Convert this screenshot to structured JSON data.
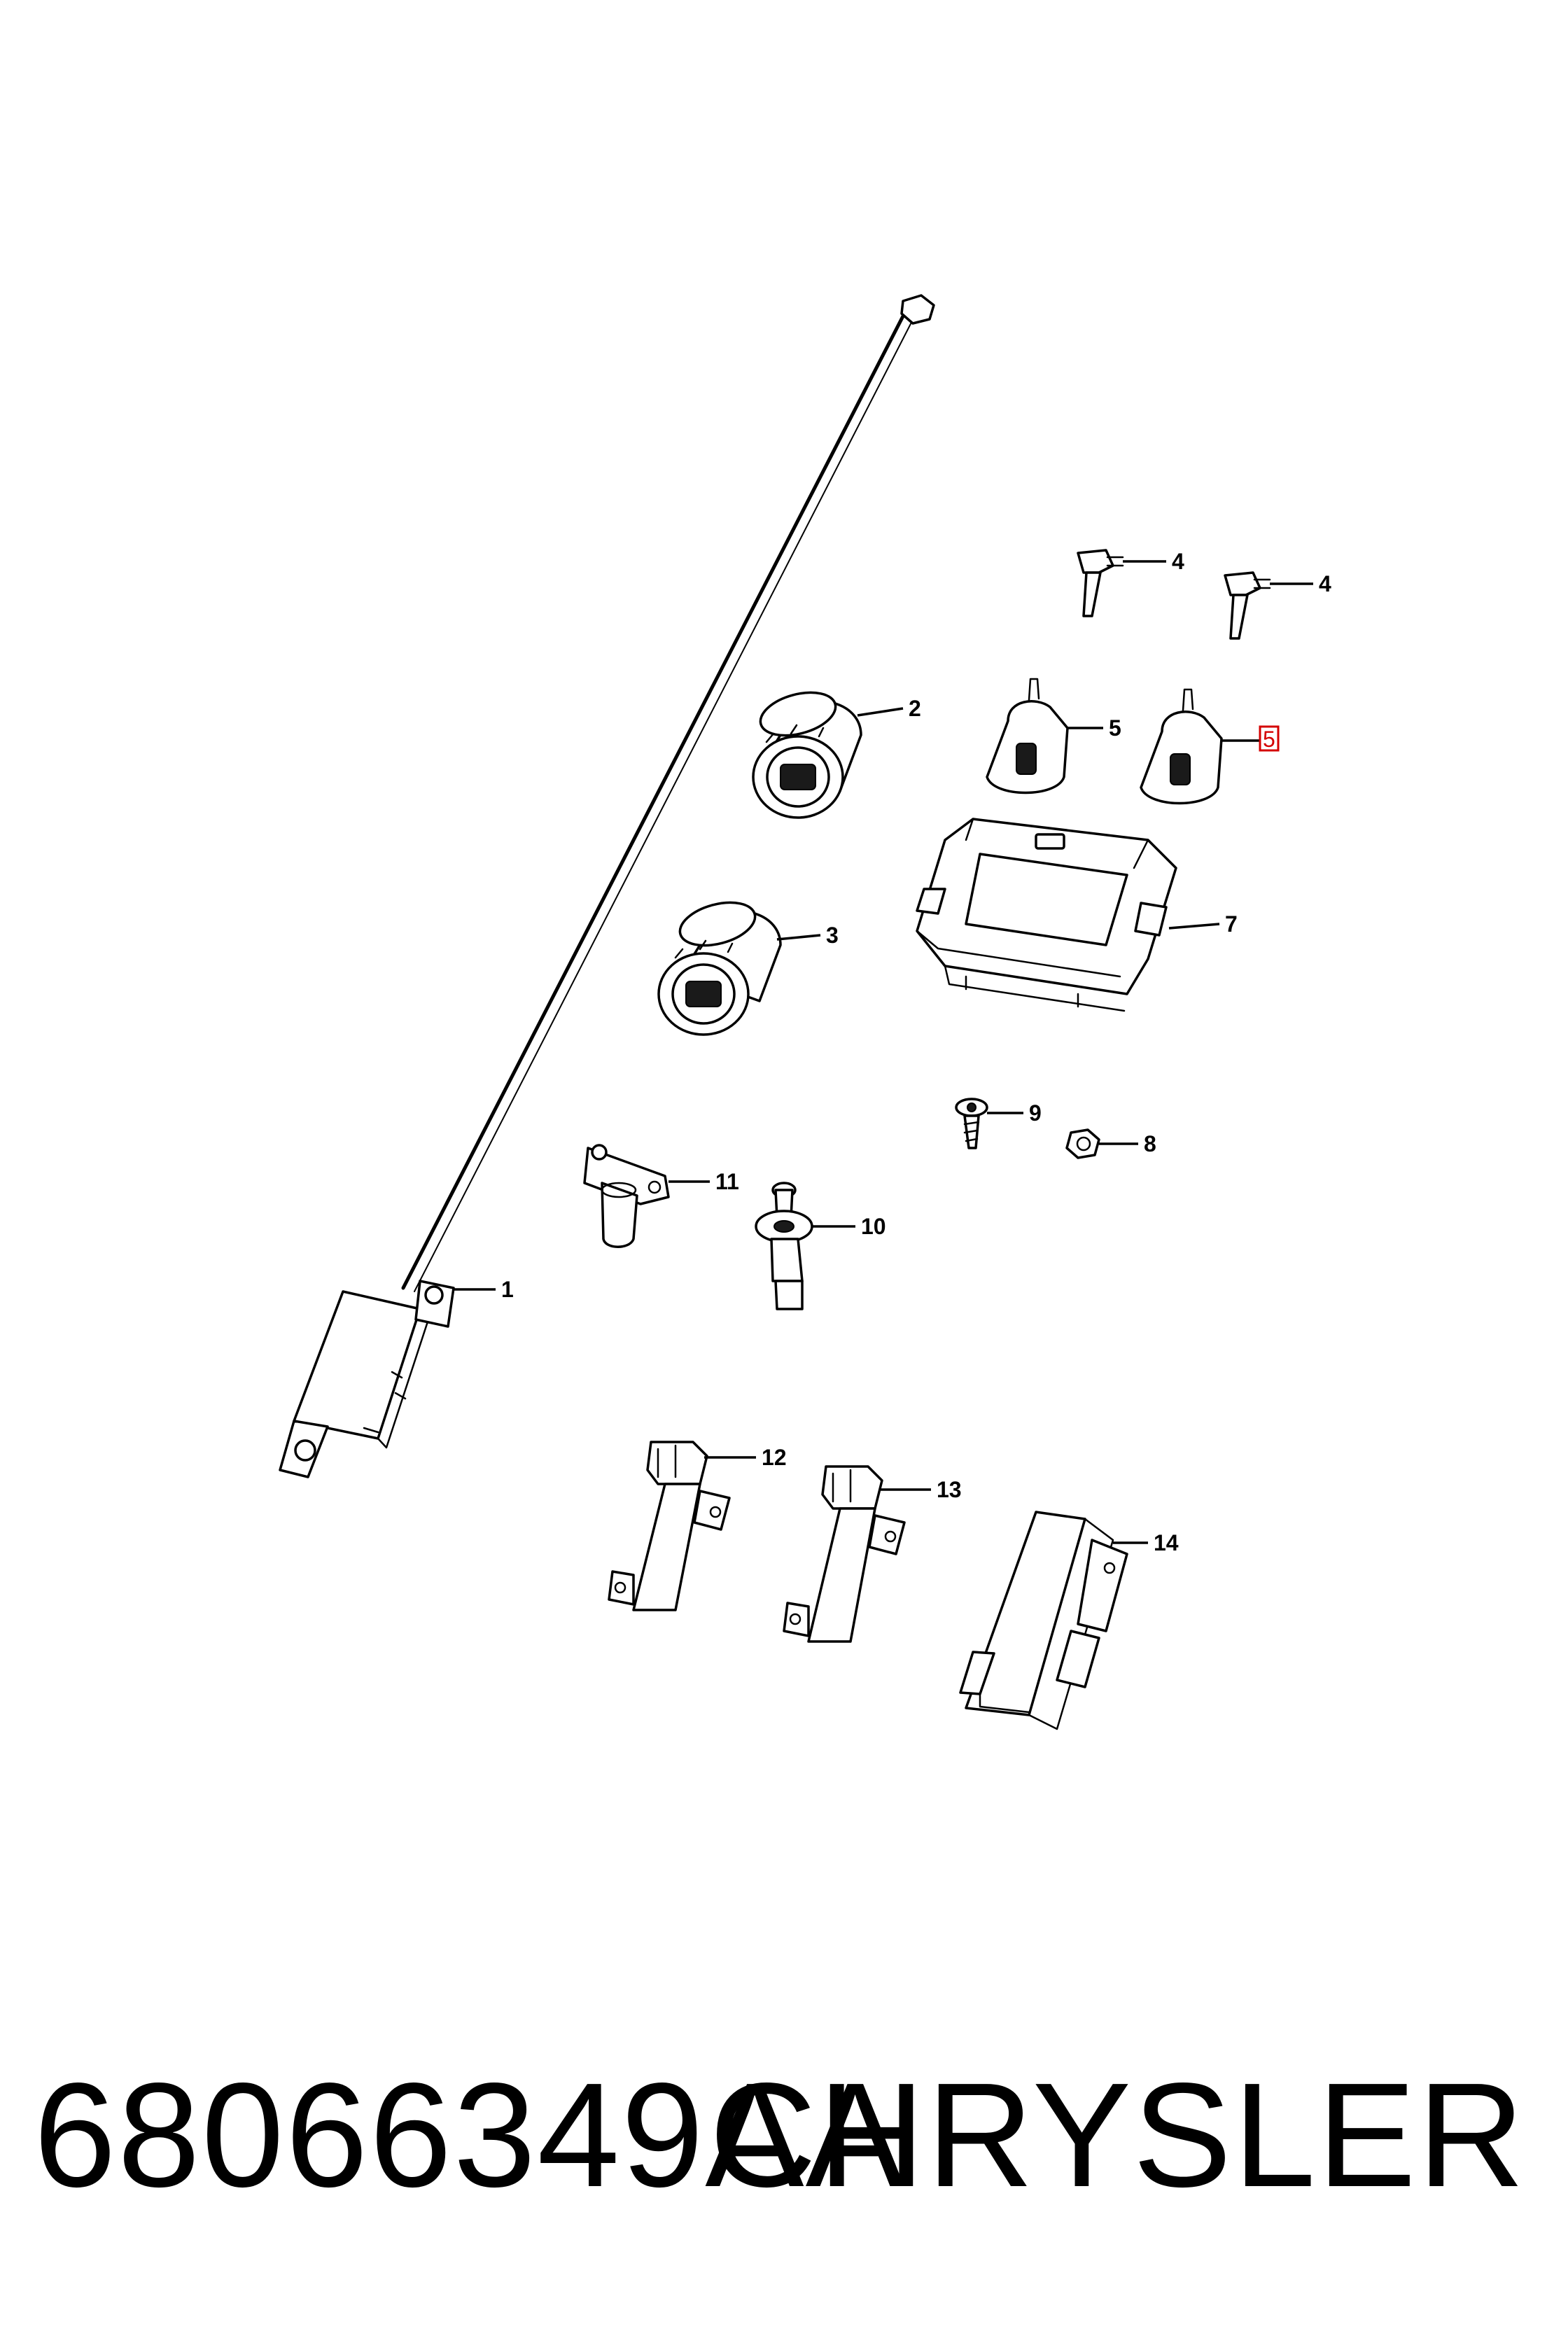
{
  "callouts": {
    "c1": "1",
    "c2": "2",
    "c3": "3",
    "c4a": "4",
    "c4b": "4",
    "c5a": "5",
    "c5b": "5",
    "c7": "7",
    "c8": "8",
    "c9": "9",
    "c10": "10",
    "c11": "11",
    "c12": "12",
    "c13": "13",
    "c14": "14"
  },
  "highlight": {
    "callout": "5",
    "color": "#d40000"
  },
  "footer": {
    "part_number": "68066349AA",
    "brand": "CHRYSLER"
  }
}
